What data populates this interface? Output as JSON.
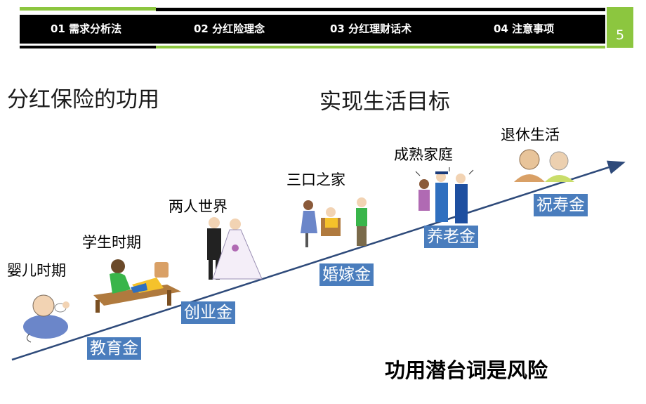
{
  "header": {
    "nav_items": [
      "01 需求分析法",
      "02 分红险理念",
      "03 分红理财话术",
      "04 注意事项"
    ],
    "page_number": "5"
  },
  "titles": {
    "left": "分红保险的功用",
    "right": "实现生活目标"
  },
  "stages": [
    "婴儿时期",
    "学生时期",
    "两人世界",
    "三口之家",
    "成熟家庭",
    "退休生活"
  ],
  "funds": [
    "教育金",
    "创业金",
    "婚嫁金",
    "养老金",
    "祝寿金"
  ],
  "footer": {
    "risk_text": "功用潜台词是风险"
  },
  "colors": {
    "accent_green": "#8cc63f",
    "fund_blue": "#4a7dbd",
    "arrow": "#2e4a7a"
  }
}
